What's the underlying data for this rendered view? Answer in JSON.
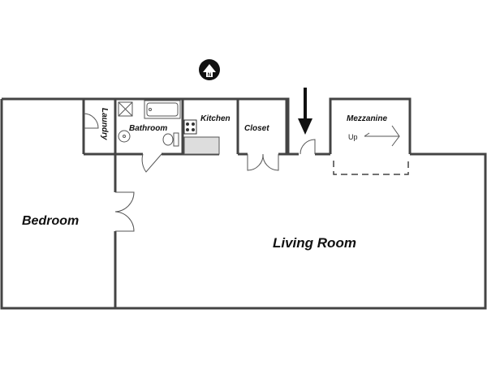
{
  "plan": {
    "rooms": {
      "laundry": "Laundry",
      "bathroom": "Bathroom",
      "kitchen": "Kitchen",
      "closet": "Closet",
      "mezzanine": "Mezzanine",
      "bedroom": "Bedroom",
      "living_room": "Living Room"
    },
    "stairs_label": "Up",
    "north_label": "N"
  }
}
